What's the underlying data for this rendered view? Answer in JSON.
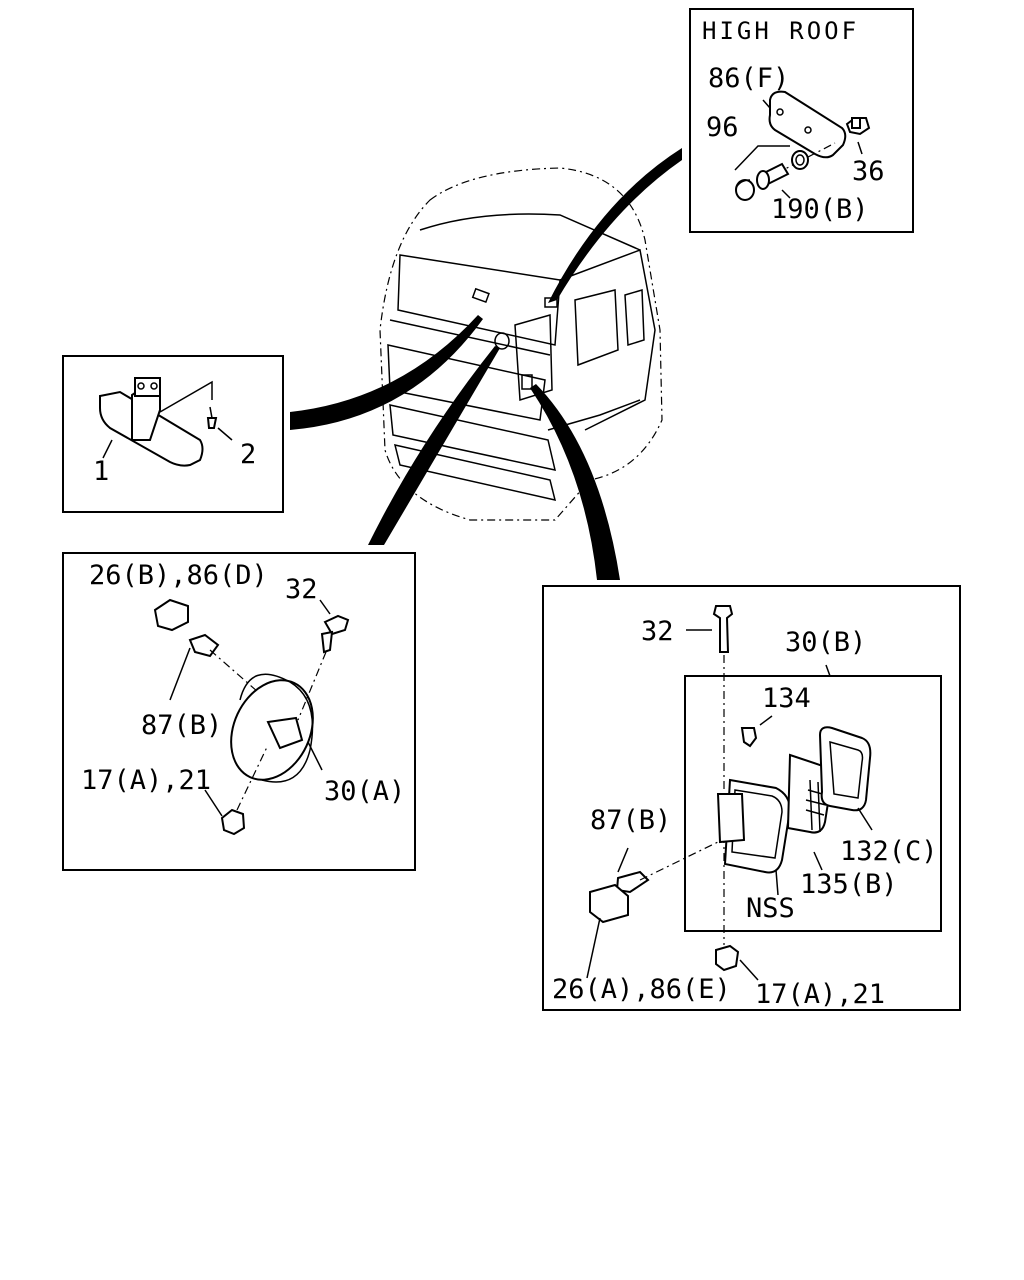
{
  "labels": {
    "high_roof": "HIGH ROOF",
    "p86f": "86(F)",
    "p96": "96",
    "p36": "36",
    "p190b": "190(B)",
    "p1": "1",
    "p2": "2",
    "p26b86d": "26(B),86(D)",
    "p32_left": "32",
    "p87b_left": "87(B)",
    "p17a21_left": "17(A),21",
    "p30a": "30(A)",
    "p32_right": "32",
    "p30b": "30(B)",
    "p134": "134",
    "p87b_right": "87(B)",
    "p132c": "132(C)",
    "p135b": "135(B)",
    "nss": "NSS",
    "p26a86e": "26(A),86(E)",
    "p17a21_right": "17(A),21"
  }
}
